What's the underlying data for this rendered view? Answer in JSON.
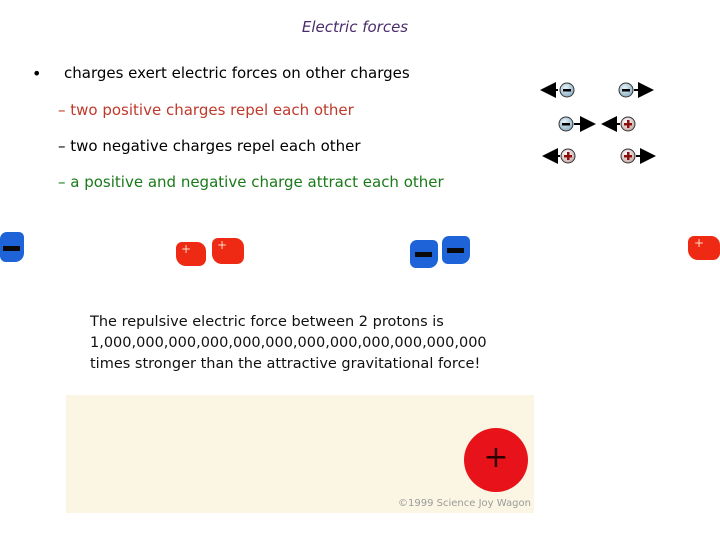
{
  "title": "Electric forces",
  "bullets": {
    "main": "charges exert electric forces on other charges",
    "sub1": "– two positive charges repel each other",
    "sub2": "– two negative charges repel each other",
    "sub3": "– a positive and negative charge attract each other"
  },
  "fact": {
    "line1": "The repulsive electric force between 2 protons is",
    "line2": "1,000,000,000,000,000,000,000,000,000,000,000,000",
    "line3": "times stronger than the attractive gravitational force!"
  },
  "panel": {
    "proton_sign": "+",
    "copyright": "©1999 Science Joy Wagon"
  },
  "symbols": {
    "plus": "+",
    "minus": "−"
  },
  "colors": {
    "title": "#4b2c6b",
    "repel_positive": "#c0392b",
    "attract": "#1a7a1a",
    "positive": "#ee2a14",
    "negative": "#1f63d8"
  }
}
